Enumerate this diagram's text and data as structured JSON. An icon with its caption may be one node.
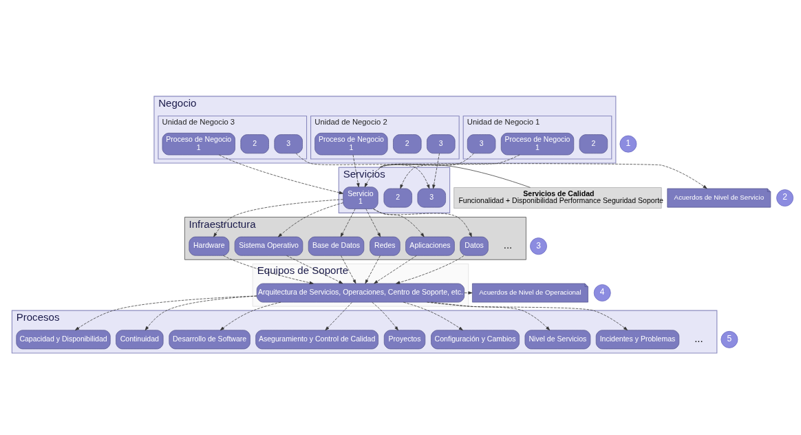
{
  "diagram": {
    "nodes": [
      {
        "text": [
          "Negocio"
        ]
      },
      {
        "text": [
          "Unidad de Negocio 1"
        ],
        "in": 0
      },
      {
        "text": [
          "Proceso de Negocio",
          "1"
        ],
        "in": 1
      },
      {
        "text": [
          "2"
        ],
        "in": 1
      },
      {
        "text": [
          "3"
        ],
        "in": 1
      },
      {
        "text": [
          "Unidad de Negocio 2"
        ],
        "in": 0
      },
      {
        "text": [
          "Proceso de Negocio",
          "1"
        ],
        "in": 5
      },
      {
        "text": [
          "2"
        ],
        "in": 5
      },
      {
        "text": [
          "3"
        ],
        "in": 5
      },
      {
        "text": [
          "Unidad de Negocio 3"
        ],
        "in": 0
      },
      {
        "text": [
          "Proceso de Negocio",
          "1"
        ],
        "in": 9
      },
      {
        "text": [
          "2"
        ],
        "in": 9
      },
      {
        "text": [
          "3"
        ],
        "in": 9
      },
      {
        "text": [
          "1"
        ]
      },
      {
        "text": [
          "Servicios de Calidad",
          "Funcionalidad + Disponibilidad Performance Seguridad Soporte"
        ]
      },
      {
        "text": [
          "Servicios"
        ]
      },
      {
        "text": [
          "Servicio",
          "1"
        ],
        "in": 15
      },
      {
        "text": [
          "2"
        ],
        "in": 15
      },
      {
        "text": [
          "3"
        ],
        "in": 15
      },
      {
        "text": [
          "2"
        ]
      },
      {
        "text": [
          "Acuerdos de Nivel de Servicio"
        ]
      },
      {
        "text": [
          "Infraestructura"
        ]
      },
      {
        "text": [
          "Hardware"
        ],
        "in": 21
      },
      {
        "text": [
          "Sistema Operativo"
        ],
        "in": 21
      },
      {
        "text": [
          "Base de Datos"
        ],
        "in": 21
      },
      {
        "text": [
          "Redes"
        ],
        "in": 21
      },
      {
        "text": [
          "Aplicaciones"
        ],
        "in": 21
      },
      {
        "text": [
          "Datos"
        ],
        "in": 21
      },
      {
        "text": [
          "3"
        ]
      },
      {
        "text": [
          "Equipos de Soporte"
        ]
      },
      {
        "text": [
          "Arquitectura de Servicios, Operaciones, Centro de Soporte, etc."
        ],
        "in": 29
      },
      {
        "text": [
          "Acuerdos de Nivel de Operacional"
        ]
      },
      {
        "text": [
          "4"
        ]
      },
      {
        "text": [
          "Procesos"
        ]
      },
      {
        "text": [
          "Desarrollo de Software"
        ],
        "in": 33
      },
      {
        "text": [
          "Aseguramiento y Control de Calidad"
        ],
        "in": 33
      },
      {
        "text": [
          "Proyectos"
        ],
        "in": 33
      },
      {
        "text": [
          "Configuración y Cambios"
        ],
        "in": 33
      },
      {
        "text": [
          "Nivel de Servicios"
        ],
        "in": 33
      },
      {
        "text": [
          "Incidentes y Problemas"
        ],
        "in": 33
      },
      {
        "text": [
          "Capacidad y Disponibilidad"
        ],
        "in": 33
      },
      {
        "text": [
          "Continuidad"
        ],
        "in": 33
      },
      {
        "text": [
          "5"
        ]
      }
    ],
    "edges": [
      {
        "from": 2,
        "to": 17,
        "arrow": "to",
        "style": "dashed"
      },
      {
        "from": 4,
        "to": 16,
        "arrow": "to",
        "style": "dashed"
      },
      {
        "from": 6,
        "to": 16,
        "arrow": "to",
        "style": "dashed"
      },
      {
        "from": 8,
        "to": 18,
        "arrow": "to",
        "style": "dashed"
      },
      {
        "from": 10,
        "to": 16,
        "arrow": "to",
        "style": "dashed"
      },
      {
        "from": 12,
        "to": 18,
        "arrow": "to",
        "style": "dashed"
      },
      {
        "from": 14,
        "to": 15,
        "arrow": "none"
      },
      {
        "from": 15,
        "to": 20,
        "arrow": "to",
        "style": "dashed"
      },
      {
        "from": 16,
        "to": 22,
        "arrow": "to",
        "style": "dashed"
      },
      {
        "from": 16,
        "to": 23,
        "arrow": "to",
        "style": "dashed"
      },
      {
        "from": 16,
        "to": 24,
        "arrow": "to",
        "style": "dashed"
      },
      {
        "from": 16,
        "to": 25,
        "arrow": "to",
        "style": "dashed"
      },
      {
        "from": 16,
        "to": 26,
        "arrow": "to",
        "style": "dashed"
      },
      {
        "from": 16,
        "to": 27,
        "arrow": "to",
        "style": "dashed"
      },
      {
        "from": 22,
        "to": 30,
        "arrow": "to",
        "style": "dashed"
      },
      {
        "from": 23,
        "to": 30,
        "arrow": "to",
        "style": "dashed"
      },
      {
        "from": 24,
        "to": 30,
        "arrow": "to",
        "style": "dashed"
      },
      {
        "from": 25,
        "to": 30,
        "arrow": "to",
        "style": "dashed"
      },
      {
        "from": 26,
        "to": 30,
        "arrow": "to",
        "style": "dashed"
      },
      {
        "from": 27,
        "to": 30,
        "arrow": "to",
        "style": "dashed"
      },
      {
        "from": 30,
        "to": 31,
        "arrow": "to",
        "style": "dashed"
      },
      {
        "from": 30,
        "to": 34,
        "arrow": "to",
        "style": "dashed"
      },
      {
        "from": 30,
        "to": 35,
        "arrow": "to",
        "style": "dashed"
      },
      {
        "from": 30,
        "to": 36,
        "arrow": "to",
        "style": "dashed"
      },
      {
        "from": 30,
        "to": 37,
        "arrow": "to",
        "style": "dashed"
      },
      {
        "from": 30,
        "to": 38,
        "arrow": "to",
        "style": "dashed"
      },
      {
        "from": 30,
        "to": 39,
        "arrow": "to",
        "style": "dashed"
      },
      {
        "from": 30,
        "to": 40,
        "arrow": "to",
        "style": "dashed"
      },
      {
        "from": 30,
        "to": 41,
        "arrow": "to",
        "style": "dashed"
      }
    ],
    "labels": [
      "...",
      "..."
    ]
  }
}
